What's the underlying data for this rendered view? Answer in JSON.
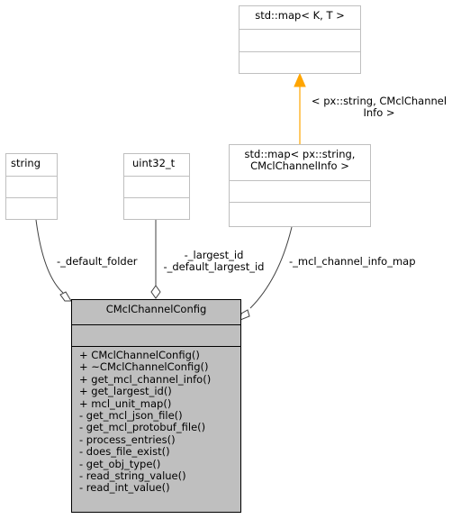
{
  "classes": {
    "template_map": {
      "name": "std::map< K, T >"
    },
    "string": {
      "name": "string"
    },
    "uint32": {
      "name": "uint32_t"
    },
    "channel_map": {
      "name_line1": "std::map< px::string,",
      "name_line2": "CMclChannelInfo >"
    },
    "main": {
      "name": "CMclChannelConfig",
      "methods": [
        "+ CMclChannelConfig()",
        "+ ~CMclChannelConfig()",
        "+ get_mcl_channel_info()",
        "+ get_largest_id()",
        "+ mcl_unit_map()",
        "- get_mcl_json_file()",
        "- get_mcl_protobuf_file()",
        "- process_entries()",
        "- does_file_exist()",
        "- get_obj_type()",
        "- read_string_value()",
        "- read_int_value()"
      ]
    }
  },
  "edges": {
    "template_binding_line1": "< px::string, CMclChannel",
    "template_binding_line2": "Info >",
    "default_folder": "-_default_folder",
    "largest_id_line1": "-_largest_id",
    "largest_id_line2": "-_default_largest_id",
    "channel_info_map": "-_mcl_channel_info_map"
  },
  "colors": {
    "arrow": "#ffa500",
    "main_fill": "#bfbfbf",
    "box_border": "#bfbfbf"
  }
}
